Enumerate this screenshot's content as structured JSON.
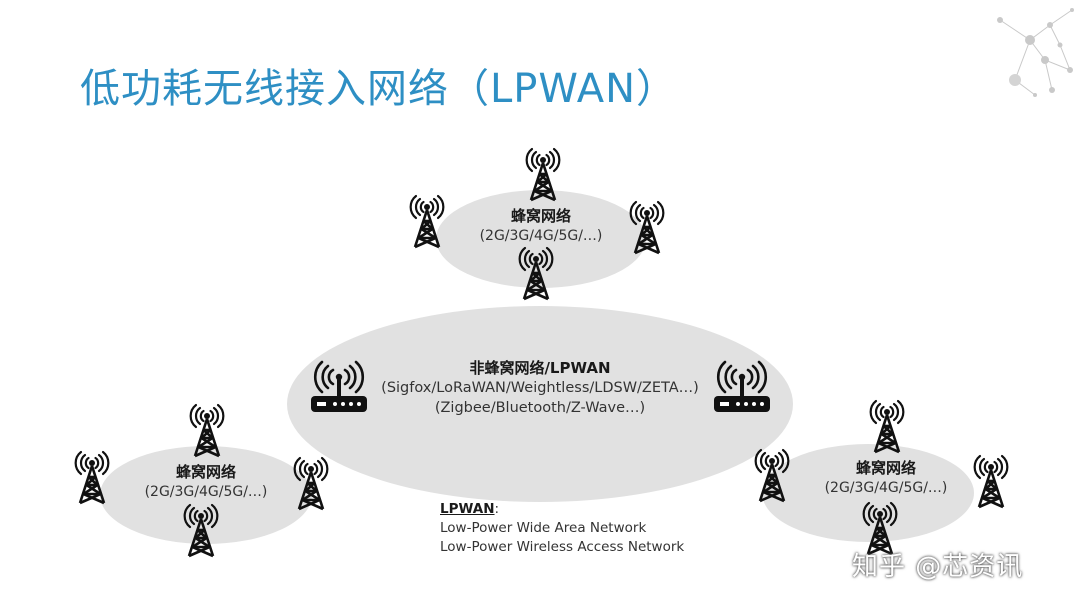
{
  "title": "低功耗无线接入网络（LPWAN）",
  "clusters": {
    "top": {
      "name": "蜂窝网络",
      "sub": "(2G/3G/4G/5G/…)"
    },
    "left": {
      "name": "蜂窝网络",
      "sub": "(2G/3G/4G/5G/…)"
    },
    "right": {
      "name": "蜂窝网络",
      "sub": "(2G/3G/4G/5G/…)"
    }
  },
  "center": {
    "name": "非蜂窝网络/LPWAN",
    "line1": "(Sigfox/LoRaWAN/Weightless/LDSW/ZETA…)",
    "line2": "(Zigbee/Bluetooth/Z-Wave…)"
  },
  "legend": {
    "title": "LPWAN",
    "colon": ":",
    "line1": "Low-Power Wide Area Network",
    "line2": "Low-Power Wireless Access Network"
  },
  "watermark": "知乎 @芯资讯",
  "colors": {
    "title": "#2e8fc4",
    "ellipse": "#e1e1e1",
    "icon": "#111111"
  },
  "icons": {
    "tower": "cell-tower-icon",
    "router": "wireless-router-icon"
  }
}
